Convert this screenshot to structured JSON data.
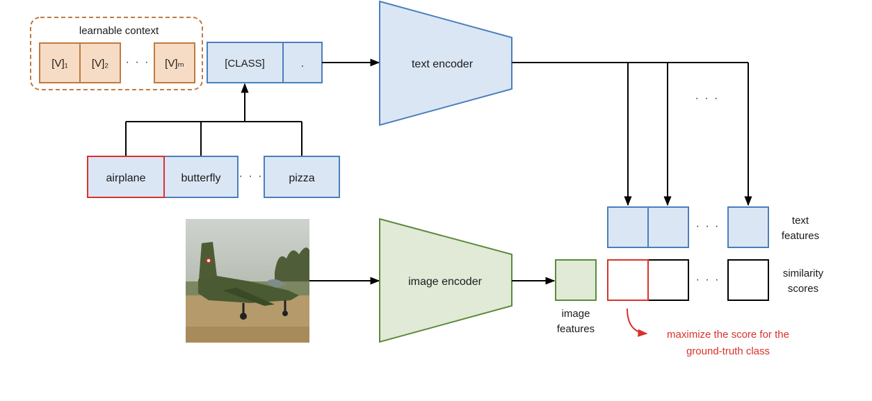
{
  "context": {
    "title": "learnable context",
    "tokens": [
      "[V]₁",
      "[V]₂",
      "[V]ₘ"
    ],
    "ellipsis": "· · ·"
  },
  "class_token": {
    "label": "[CLASS]",
    "period": "."
  },
  "classes": {
    "items": [
      "airplane",
      "butterfly",
      "pizza"
    ],
    "ellipsis": "· · ·"
  },
  "text_encoder": {
    "label": "text encoder"
  },
  "image_encoder": {
    "label": "image encoder"
  },
  "image_features": {
    "line1": "image",
    "line2": "features"
  },
  "text_features": {
    "line1": "text",
    "line2": "features",
    "ellipsis": "· · ·"
  },
  "similarity": {
    "line1": "similarity",
    "line2": "scores",
    "ellipsis": "· · ·"
  },
  "branch_ellipsis": "· · ·",
  "note": {
    "line1": "maximize the score for the",
    "line2": "ground-truth class"
  },
  "colors": {
    "orange_fill": "#f7dcc5",
    "orange_stroke": "#c07a3f",
    "blue_fill": "#dbe6f4",
    "blue_stroke": "#4a7ebb",
    "green_fill": "#e0ead7",
    "green_stroke": "#5a8a3a",
    "red": "#d9312b"
  }
}
